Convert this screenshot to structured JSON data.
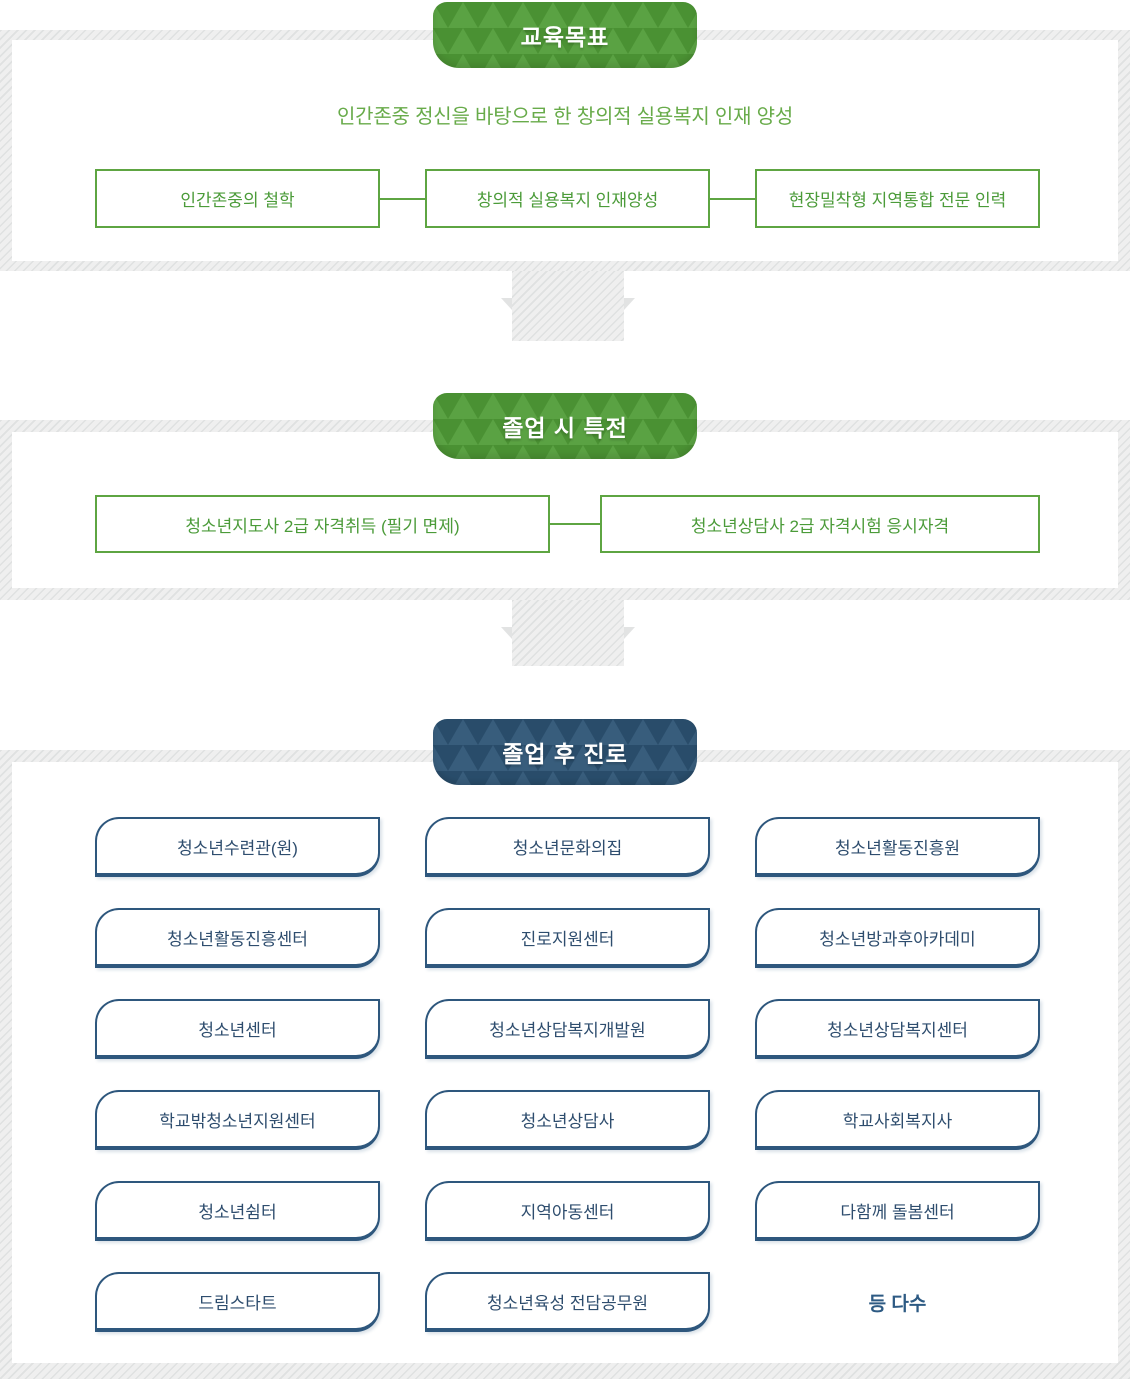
{
  "theme": {
    "stripe_background": "#efefef",
    "stripe_line": "#dfe1e1",
    "green_badge": "#509c37",
    "green_headline": "#68ab4a",
    "green_box_border": "#5ea542",
    "green_box_text": "#4b9b39",
    "navy_badge": "#2d5475",
    "navy_box_border": "#2e577d",
    "navy_box_text": "#2e4d6e"
  },
  "sections": {
    "goals": {
      "badge_label": "교육목표",
      "headline": "인간존중 정신을 바탕으로 한 창의적 실용복지 인재 양성",
      "boxes": [
        "인간존중의 철학",
        "창의적 실용복지 인재양성",
        "현장밀착형 지역통합 전문 인력"
      ]
    },
    "benefits": {
      "badge_label": "졸업 시 특전",
      "boxes": [
        "청소년지도사 2급 자격취득 (필기 면제)",
        "청소년상담사 2급 자격시험 응시자격"
      ]
    },
    "careers": {
      "badge_label": "졸업 후 진로",
      "boxes": [
        "청소년수련관(원)",
        "청소년문화의집",
        "청소년활동진흥원",
        "청소년활동진흥센터",
        "진로지원센터",
        "청소년방과후아카데미",
        "청소년센터",
        "청소년상담복지개발원",
        "청소년상담복지센터",
        "학교밖청소년지원센터",
        "청소년상담사",
        "학교사회복지사",
        "청소년쉼터",
        "지역아동센터",
        "다함께 돌봄센터",
        "드림스타트",
        "청소년육성 전담공무원"
      ],
      "note": "등 다수"
    }
  }
}
